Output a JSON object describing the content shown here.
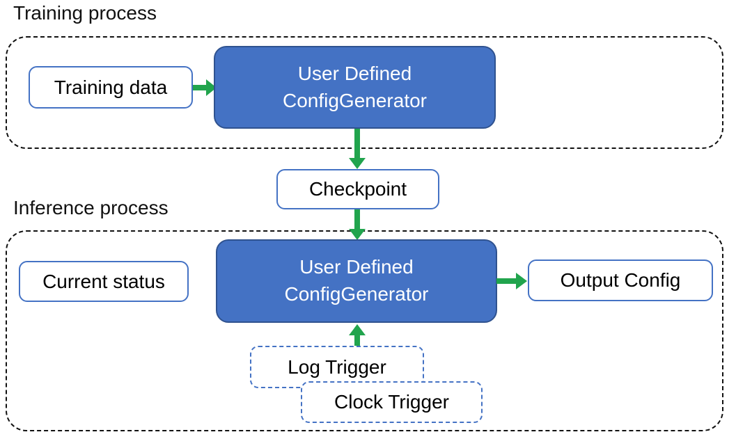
{
  "diagram": {
    "training": {
      "title": "Training process",
      "input_label": "Training data",
      "generator_line1": "User Defined",
      "generator_line2": "ConfigGenerator"
    },
    "checkpoint_label": "Checkpoint",
    "inference": {
      "title": "Inference process",
      "input_label": "Current status",
      "generator_line1": "User Defined",
      "generator_line2": "ConfigGenerator",
      "output_label": "Output Config",
      "triggers": {
        "log": "Log Trigger",
        "clock": "Clock Trigger"
      }
    },
    "colors": {
      "generator_fill": "#4472C4",
      "generator_border": "#2F528F",
      "io_box_border": "#4472C4",
      "trigger_box_border": "#4472C4",
      "process_container_border": "#111111",
      "arrow_green": "#21A44D",
      "text_dark": "#000000",
      "text_light": "#ffffff"
    }
  }
}
